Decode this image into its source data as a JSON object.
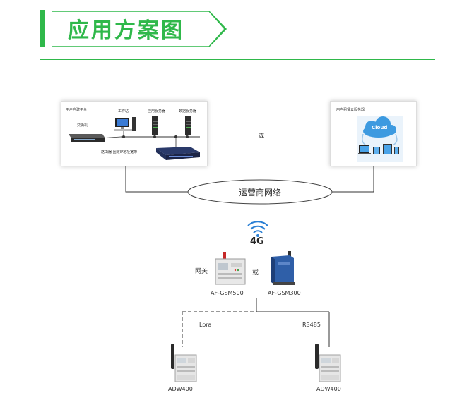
{
  "header": {
    "title": "应用方案图"
  },
  "platform_box": {
    "title": "用户自建平台",
    "switch_label": "交换机",
    "workstation_label": "工作站",
    "app_server_label": "应用服务器",
    "db_server_label": "数据服务器",
    "router_label": "路由器 固定IP地址宽带"
  },
  "or_top": "或",
  "cloud_box": {
    "title": "用户租赁云服务器",
    "cloud_text": "Cloud"
  },
  "carrier_network": "运营商网络",
  "signal": "4G",
  "gateway": {
    "label": "网关",
    "or": "或",
    "device1": "AF-GSM500",
    "device2": "AF-GSM300"
  },
  "links": {
    "left": "Lora",
    "right": "RS485"
  },
  "meters": {
    "left": "ADW400",
    "right": "ADW400"
  },
  "colors": {
    "accent": "#2fb84a",
    "device_blue": "#2f5fa8"
  }
}
